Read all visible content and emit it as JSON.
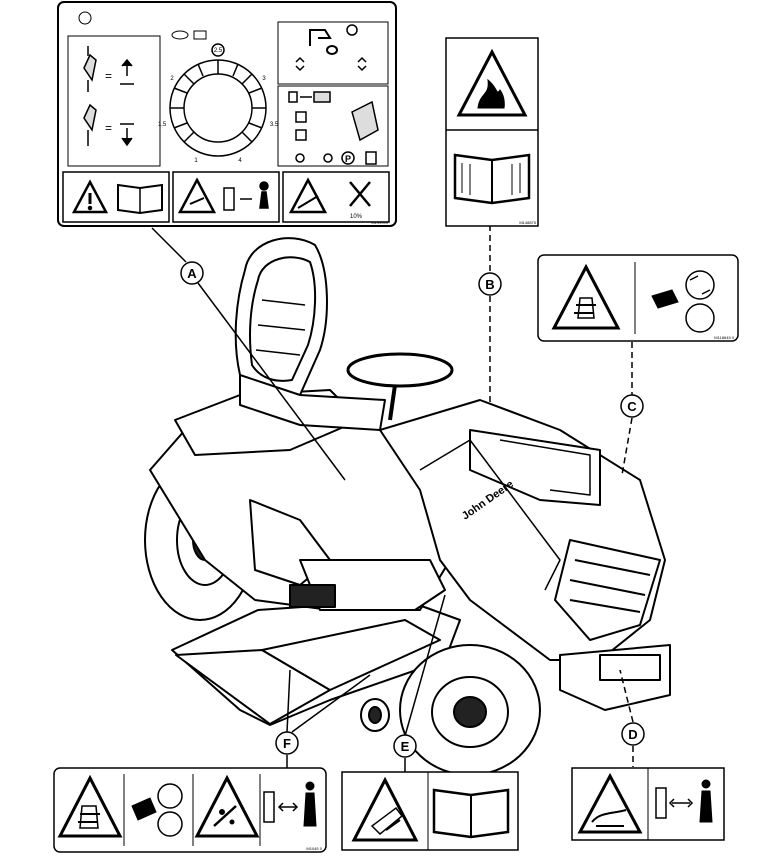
{
  "callouts": {
    "A": "A",
    "B": "B",
    "C": "C",
    "D": "D",
    "E": "E",
    "F": "F"
  },
  "decal_a": {
    "dial_labels": [
      "1.5",
      "2",
      "2.5",
      "3",
      "3.5",
      "1",
      "4"
    ],
    "bottom_code": "M199999",
    "slope_text": "10%",
    "equals": "=",
    "parking_symbol": "P"
  },
  "decal_b": {
    "code": "M148875"
  },
  "decal_c": {
    "code": "M118645 0"
  },
  "decal_f": {
    "code": "M1045 0"
  },
  "decal_brand": "John Deere"
}
